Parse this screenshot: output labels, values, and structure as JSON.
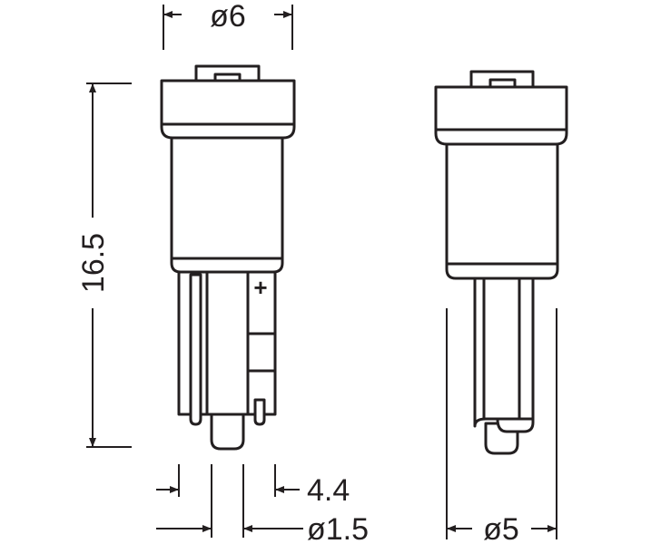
{
  "dimensions": {
    "top_diameter": "ø6",
    "height": "16.5",
    "pin_spacing": "4.4",
    "pin_diameter": "ø1.5",
    "side_diameter": "ø5"
  },
  "markings": {
    "polarity": "+"
  }
}
